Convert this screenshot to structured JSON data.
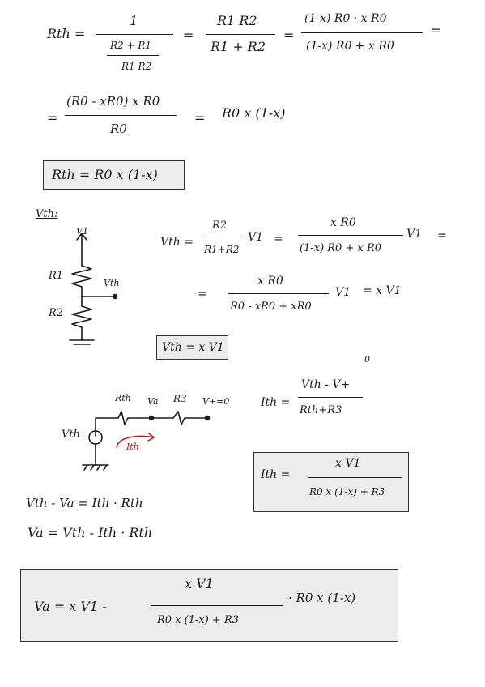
{
  "page": {
    "background": "#ffffff",
    "ink": "#1a1a1a",
    "accent_red": "#c0161b",
    "box_fill": "#ececec"
  },
  "eq1": {
    "lhs": "Rth =",
    "frac1_num": "1",
    "frac1_den_num": "R2 + R1",
    "frac1_den_den": "R1 R2",
    "eq_a": "=",
    "frac2_num": "R1 R2",
    "frac2_den": "R1 + R2",
    "eq_b": "=",
    "frac3_num": "(1-x) R0 · x R0",
    "frac3_den": "(1-x) R0 + x R0",
    "eq_c": "="
  },
  "eq2": {
    "eq_a": "=",
    "num": "(R0 - xR0) x R0",
    "den": "R0",
    "eq_b": "=",
    "result": "R0 x (1-x)"
  },
  "box1": {
    "text": "Rth = R0 x (1-x)"
  },
  "vth_heading": "Vth:",
  "circuit1": {
    "v1": "V1",
    "r1": "R1",
    "r2": "R2",
    "vth": "Vth"
  },
  "eq3": {
    "lhs": "Vth =",
    "f1_num": "R2",
    "f1_den": "R1+R2",
    "v1a": "V1",
    "eq_a": "=",
    "f2_num": "x R0",
    "f2_den": "(1-x) R0 + x R0",
    "v1b": "V1",
    "eq_b": "="
  },
  "eq4": {
    "eq_a": "=",
    "num": "x R0",
    "den": "R0 - xR0 + xR0",
    "v1": "V1",
    "eq_b": "= x V1"
  },
  "box2": {
    "text": "Vth = x V1"
  },
  "circuit2": {
    "rth": "Rth",
    "va": "Va",
    "r3": "R3",
    "vplus": "V+=0",
    "vth": "Vth",
    "ith": "Ith"
  },
  "eq5": {
    "lhs": "Ith =",
    "num": "Vth - V+",
    "zero": "0",
    "den": "Rth+R3"
  },
  "box3": {
    "lhs": "Ith =",
    "num": "x V1",
    "den": "R0 x (1-x) + R3"
  },
  "eq6": {
    "text": "Vth - Va = Ith · Rth"
  },
  "eq7": {
    "text": "Va = Vth - Ith · Rth"
  },
  "box4": {
    "lhs": "Va = x V1 -",
    "num": "x V1",
    "den": "R0 x (1-x) + R3",
    "rhs": "· R0 x (1-x)"
  }
}
